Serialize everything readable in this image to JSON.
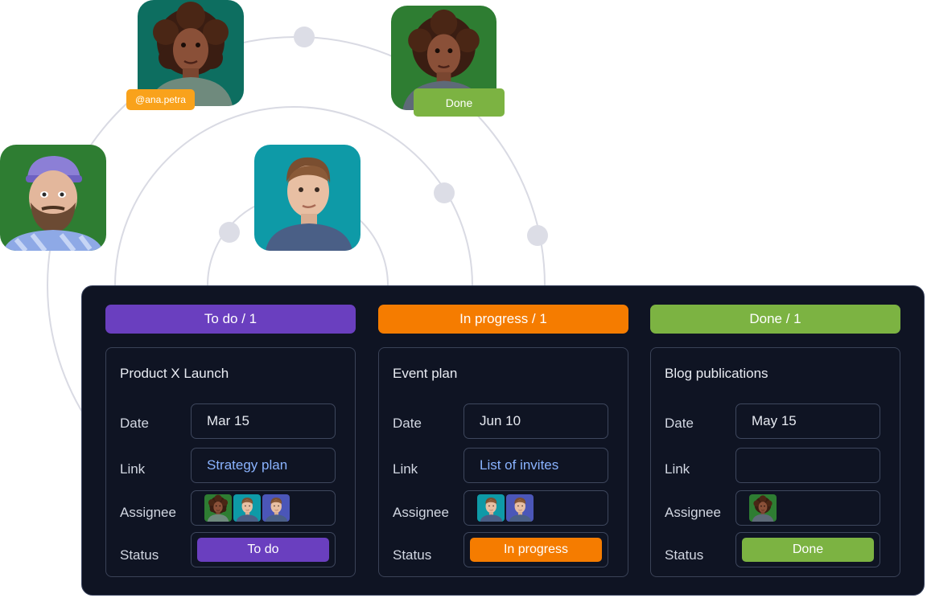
{
  "colors": {
    "todo": "#6a3fbf",
    "inprogress": "#f57c00",
    "done": "#7cb342",
    "board_bg": "#0f1423",
    "link": "#8ab3ff"
  },
  "tags": {
    "mention": "@ana.petra",
    "done": "Done"
  },
  "avatars": [
    {
      "name": "avatar-curly-teal",
      "icon": "person-curly-hair-icon"
    },
    {
      "name": "avatar-curly-green",
      "icon": "person-curly-hair-icon"
    },
    {
      "name": "avatar-bearded-cap",
      "icon": "person-cap-beard-icon"
    },
    {
      "name": "avatar-man-teal",
      "icon": "person-short-hair-icon"
    }
  ],
  "board": {
    "columns": [
      {
        "header": "To do / 1",
        "card": {
          "title": "Product X Launch",
          "labels": {
            "date": "Date",
            "link": "Link",
            "assignee": "Assignee",
            "status": "Status"
          },
          "date": "Mar 15",
          "link": "Strategy plan",
          "status": "To do"
        }
      },
      {
        "header": "In progress / 1",
        "card": {
          "title": "Event plan",
          "labels": {
            "date": "Date",
            "link": "Link",
            "assignee": "Assignee",
            "status": "Status"
          },
          "date": "Jun 10",
          "link": "List of invites",
          "status": "In progress"
        }
      },
      {
        "header": "Done / 1",
        "card": {
          "title": "Blog publications",
          "labels": {
            "date": "Date",
            "link": "Link",
            "assignee": "Assignee",
            "status": "Status"
          },
          "date": "May 15",
          "link": "",
          "status": "Done"
        }
      }
    ]
  }
}
